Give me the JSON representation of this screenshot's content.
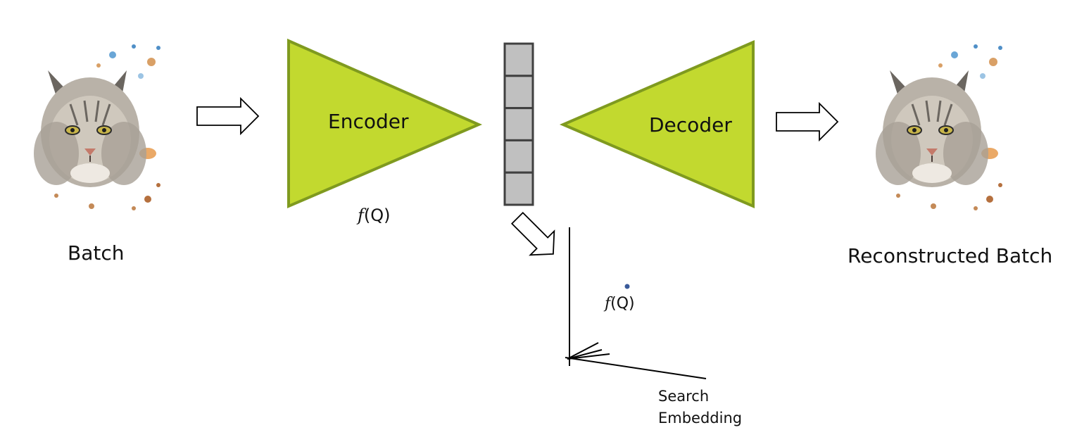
{
  "labels": {
    "batch": "Batch",
    "reconstructed_batch": "Reconstructed Batch",
    "encoder": "Encoder",
    "decoder": "Decoder",
    "fq_under_encoder": {
      "f": "f",
      "rest": "(Q)"
    },
    "fq_in_plot": {
      "f": "f",
      "rest": "(Q)"
    },
    "search_embedding_line1": "Search",
    "search_embedding_line2": "Embedding"
  },
  "colors": {
    "network_fill": "#C2D92F",
    "network_stroke": "#7F9A1F",
    "latent_fill": "#C0C0C0",
    "latent_stroke": "#404040",
    "point_color": "#3A5A9A"
  },
  "latent_vector": {
    "cells": 5
  },
  "icons": [
    "lynx-watercolor-image",
    "right-arrow-icon",
    "diagonal-arrow-icon"
  ]
}
